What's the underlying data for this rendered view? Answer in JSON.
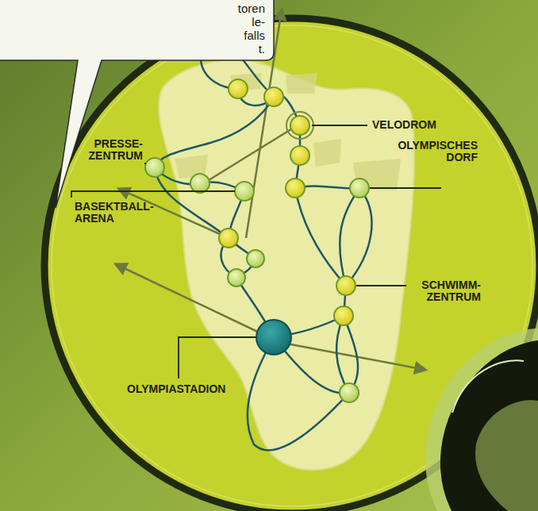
{
  "diagram": {
    "labels": [
      "toren le- falls t.",
      "VELODROM",
      "PRESSE- ZENTRUM",
      "OLYMPISCHES DORF",
      "BASEKTBALL- ARENA",
      "SCHWIMM- ZENTRUM",
      "OLYMPIASTADION"
    ]
  }
}
